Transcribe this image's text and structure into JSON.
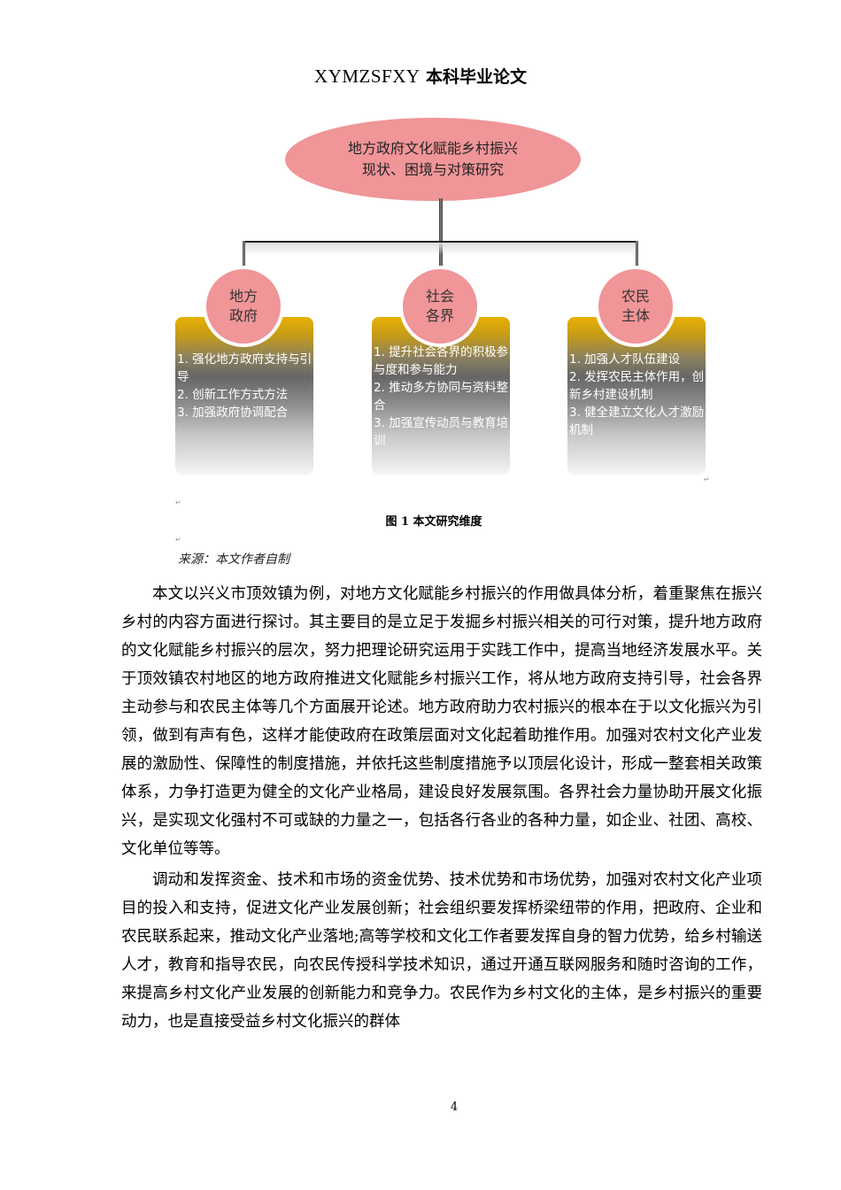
{
  "header": {
    "latin": "XYMZSFXY",
    "cjk": "本科毕业论文"
  },
  "diagram": {
    "root": {
      "line1": "地方政府文化赋能乡村振兴",
      "line2": "现状、困境与对策研究"
    },
    "branches": [
      {
        "title_line1": "地方",
        "title_line2": "政府",
        "items": [
          "1.  强化地方政府支持与引导",
          "2.  创新工作方式方法",
          "3.  加强政府协调配合"
        ]
      },
      {
        "title_line1": "社会",
        "title_line2": "各界",
        "items": [
          "1.  提升社会各界的积极参与度和参与能力",
          "2.  推动多方协同与资料整合",
          "3.  加强宣传动员与教育培训"
        ]
      },
      {
        "title_line1": "农民",
        "title_line2": "主体",
        "items": [
          "1.  加强人才队伍建设",
          "2.  发挥农民主体作用，创新乡村建设机制",
          "3.  健全建立文化人才激励机制"
        ]
      }
    ],
    "colors": {
      "ellipse": "#f09598",
      "card_top": "#e8b000",
      "card_mid": "#666666",
      "card_bottom": "#f4f4f4"
    }
  },
  "figure": {
    "caption": "图 1 本文研究维度",
    "source": "来源：本文作者自制"
  },
  "body": {
    "paragraphs": [
      "本文以兴义市顶效镇为例，对地方文化赋能乡村振兴的作用做具体分析，着重聚焦在振兴乡村的内容方面进行探讨。其主要目的是立足于发掘乡村振兴相关的可行对策，提升地方政府的文化赋能乡村振兴的层次，努力把理论研究运用于实践工作中，提高当地经济发展水平。关于顶效镇农村地区的地方政府推进文化赋能乡村振兴工作，将从地方政府支持引导，社会各界主动参与和农民主体等几个方面展开论述。地方政府助力农村振兴的根本在于以文化振兴为引领，做到有声有色，这样才能使政府在政策层面对文化起着助推作用。加强对农村文化产业发展的激励性、保障性的制度措施，并依托这些制度措施予以顶层化设计，形成一整套相关政策体系，力争打造更为健全的文化产业格局，建设良好发展氛围。各界社会力量协助开展文化振兴，是实现文化强村不可或缺的力量之一，包括各行各业的各种力量，如企业、社团、高校、文化单位等等。",
      "调动和发挥资金、技术和市场的资金优势、技术优势和市场优势，加强对农村文化产业项目的投入和支持，促进文化产业发展创新；社会组织要发挥桥梁纽带的作用，把政府、企业和农民联系起来，推动文化产业落地;高等学校和文化工作者要发挥自身的智力优势，给乡村输送人才，教育和指导农民，向农民传授科学技术知识，通过开通互联网服务和随时咨询的工作，来提高乡村文化产业发展的创新能力和竞争力。农民作为乡村文化的主体，是乡村振兴的重要动力，也是直接受益乡村文化振兴的群体"
    ]
  },
  "footer": {
    "page_number": "4"
  }
}
